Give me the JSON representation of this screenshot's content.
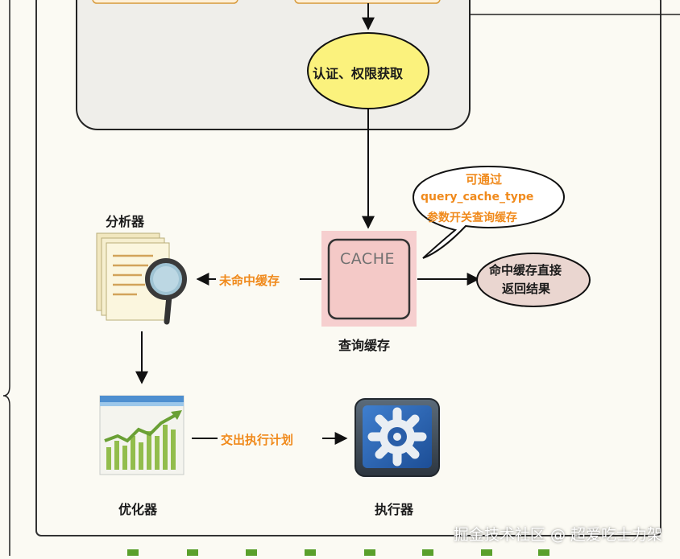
{
  "nodes": {
    "auth": "认证、权限获取",
    "cache_box": "CACHE",
    "cache_caption": "查询缓存",
    "analyzer": "分析器",
    "optimizer": "优化器",
    "executor": "执行器",
    "hit_direct_return": [
      "命中缓存直接",
      "返回结果"
    ]
  },
  "edges": {
    "miss": "未命中缓存",
    "hand_plan": "交出执行计划"
  },
  "callout": {
    "lines": [
      "可通过",
      "query_cache_type",
      "参数开关查询缓存"
    ]
  },
  "watermark": "掘金技术社区 @ 超爱吃士力架",
  "colors": {
    "background": "#fbfaf3",
    "accent_orange": "#f08a1c",
    "cache_fill": "#f6cfcf",
    "auth_ellipse": "#fbf27d",
    "hit_ellipse": "#ead6d0"
  }
}
